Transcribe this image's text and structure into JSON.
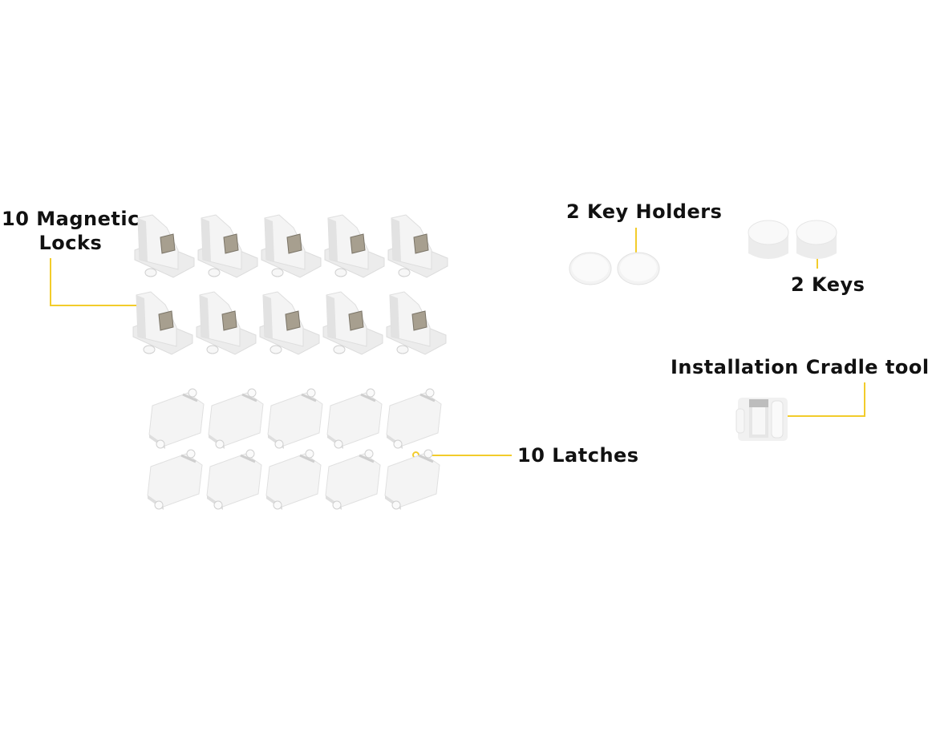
{
  "accent_color": "#f2cc2b",
  "labels": {
    "magnetic_locks_line1": "10 Magnetic",
    "magnetic_locks_line2": "Locks",
    "key_holders": "2 Key Holders",
    "keys": "2 Keys",
    "cradle_tool": "Installation Cradle tool",
    "latches": "10 Latches"
  },
  "items": {
    "magnetic_locks": {
      "count": 10,
      "rows": 2,
      "per_row": 5
    },
    "latches": {
      "count": 10,
      "rows": 2,
      "per_row": 5
    },
    "key_holders": {
      "count": 2
    },
    "keys": {
      "count": 2
    },
    "cradle_tool": {
      "count": 1
    }
  }
}
